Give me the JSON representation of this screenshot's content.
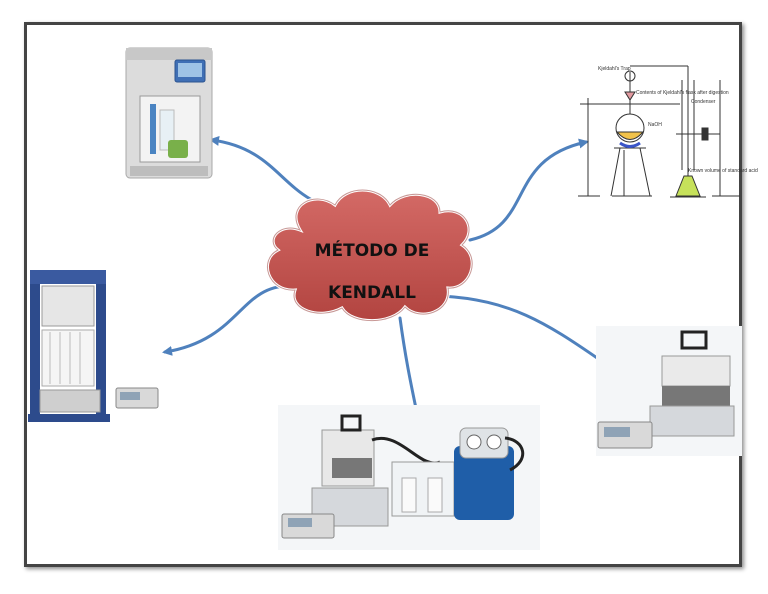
{
  "center": {
    "line1": "MÉTODO DE",
    "line2": "KENDALL"
  },
  "colors": {
    "cloud": "#c0504d",
    "arrow": "#4f81bd",
    "frame": "#444444"
  },
  "nodes": [
    {
      "name": "kjeldahl-distillation-unit"
    },
    {
      "name": "kjeldahl-apparatus-diagram"
    },
    {
      "name": "digestion-rack-with-controller"
    },
    {
      "name": "digestion-block-with-scrubber-and-pump"
    },
    {
      "name": "compact-digestion-block"
    }
  ],
  "diagram_labels": {
    "trap": "Kjeldahl's Trap",
    "contents": "Contents of Kjeldahl's flask after digestion",
    "naoh": "NaOH",
    "condenser": "Condenser",
    "acid": "Known volume of standard acid"
  }
}
